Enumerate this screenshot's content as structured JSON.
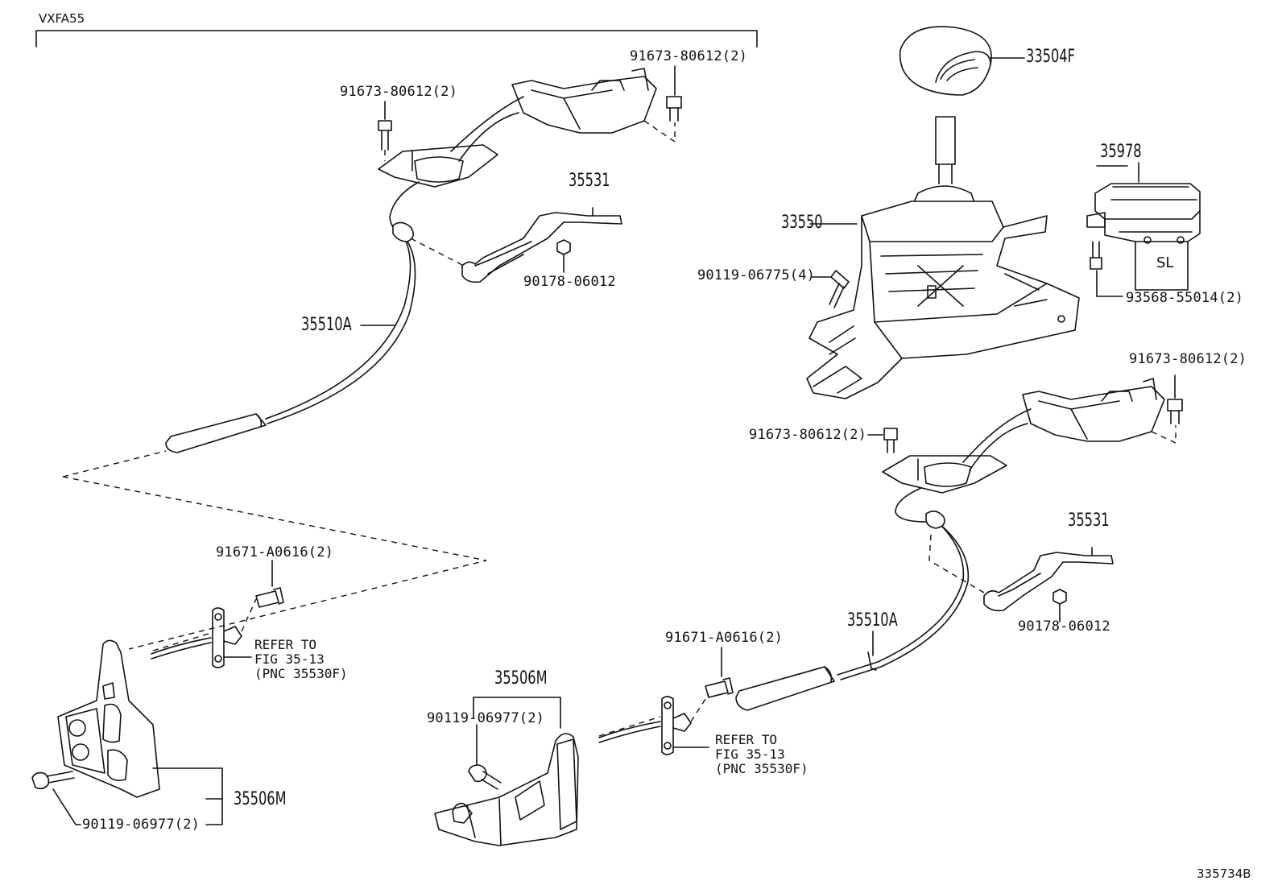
{
  "header": {
    "model_code": "VXFA55"
  },
  "footer": {
    "illustration_id": "335734B"
  },
  "parts": {
    "knob": "33504F",
    "shift_lever_assy": "33550",
    "shift_lock_solenoid": "35978",
    "bracket_left": "35531",
    "bracket_right": "35531",
    "cable_left": "35510A",
    "cable_right": "35510A",
    "retainer_left": "35506M",
    "retainer_right": "35506M"
  },
  "fasteners": {
    "bolt_top_left": "91673-80612(2)",
    "bolt_top_right": "91673-80612(2)",
    "nut_left": "90178-06012",
    "bolt_lever": "90119-06775(4)",
    "screw_solenoid": "93568-55014(2)",
    "bolt_mid_right": "91673-80612(2)",
    "bolt_mid_left": "91673-80612(2)",
    "nut_right": "90178-06012",
    "bolt_cable_left": "91671-A0616(2)",
    "bolt_cable_right": "91671-A0616(2)",
    "bolt_retainer_right": "90119-06977(2)",
    "bolt_retainer_left": "90119-06977(2)"
  },
  "references": {
    "left": {
      "line1": "REFER TO",
      "line2": "FIG 35-13",
      "line3": "(PNC 35530F)"
    },
    "right": {
      "line1": "REFER TO",
      "line2": "FIG 35-13",
      "line3": "(PNC 35530F)"
    }
  },
  "part_markings": {
    "solenoid_mark": "SL"
  }
}
